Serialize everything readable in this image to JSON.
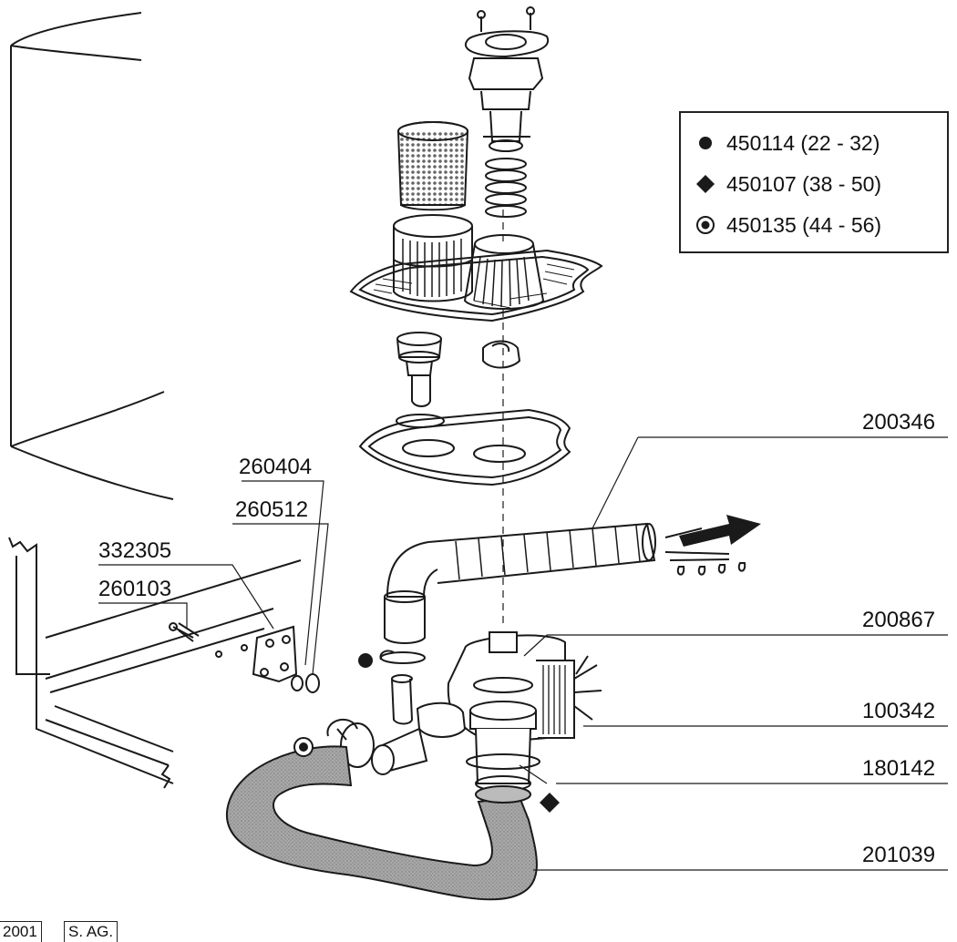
{
  "legend": {
    "rows": [
      {
        "symbol": "filled-circle",
        "text": "450114 (22 - 32)"
      },
      {
        "symbol": "filled-diamond",
        "text": "450107 (38 - 50)"
      },
      {
        "symbol": "bullseye-circle",
        "text": "450135 (44 - 56)"
      }
    ]
  },
  "callouts": {
    "c200346": "200346",
    "c260404": "260404",
    "c260512": "260512",
    "c332305": "332305",
    "c260103": "260103",
    "c200867": "200867",
    "c100342": "100342",
    "c180142": "180142",
    "c201039": "201039"
  },
  "footer": {
    "year": "2001",
    "initials": "S. AG."
  },
  "colors": {
    "ink": "#1a1a1a",
    "hose_fill": "#9a9a9a",
    "filter_fill": "#c8c8c8"
  }
}
